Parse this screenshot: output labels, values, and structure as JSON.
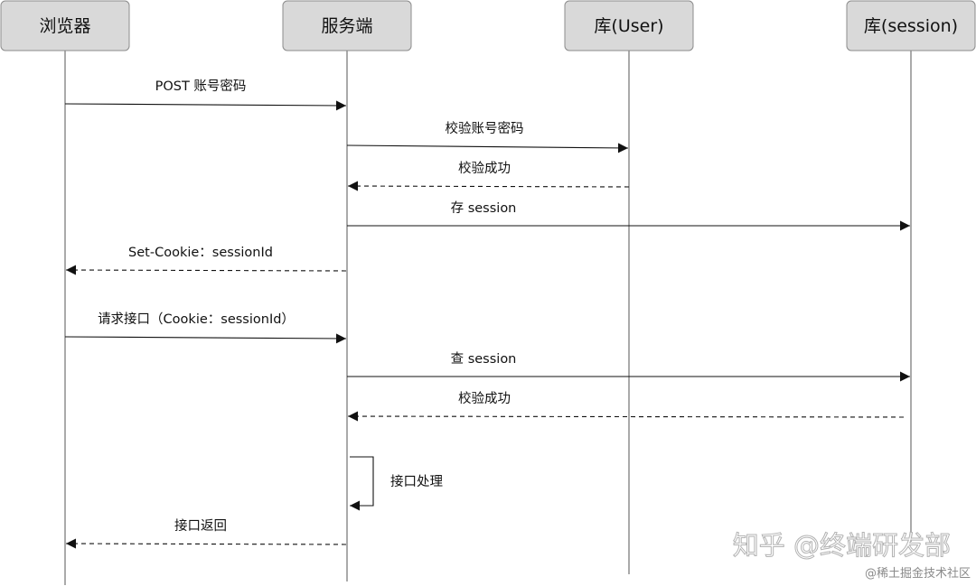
{
  "actors": [
    {
      "id": "browser",
      "label": "浏览器"
    },
    {
      "id": "server",
      "label": "服务端"
    },
    {
      "id": "user_db",
      "label": "库(User)"
    },
    {
      "id": "session_db",
      "label": "库(session)"
    }
  ],
  "messages": [
    {
      "from": "browser",
      "to": "server",
      "label": "POST 账号密码",
      "style": "solid"
    },
    {
      "from": "server",
      "to": "user_db",
      "label": "校验账号密码",
      "style": "solid"
    },
    {
      "from": "user_db",
      "to": "server",
      "label": "校验成功",
      "style": "dashed"
    },
    {
      "from": "server",
      "to": "session_db",
      "label": "存 session",
      "style": "solid"
    },
    {
      "from": "server",
      "to": "browser",
      "label": "Set-Cookie：sessionId",
      "style": "dashed"
    },
    {
      "from": "browser",
      "to": "server",
      "label": "请求接口（Cookie：sessionId）",
      "style": "solid"
    },
    {
      "from": "server",
      "to": "session_db",
      "label": "查 session",
      "style": "solid"
    },
    {
      "from": "session_db",
      "to": "server",
      "label": "校验成功",
      "style": "dashed"
    },
    {
      "from": "server",
      "to": "server",
      "label": "接口处理",
      "style": "self"
    },
    {
      "from": "server",
      "to": "browser",
      "label": "接口返回",
      "style": "dashed"
    }
  ],
  "watermark": {
    "zhihu": "知乎 @终端研发部",
    "juejin": "@稀土掘金技术社区"
  }
}
